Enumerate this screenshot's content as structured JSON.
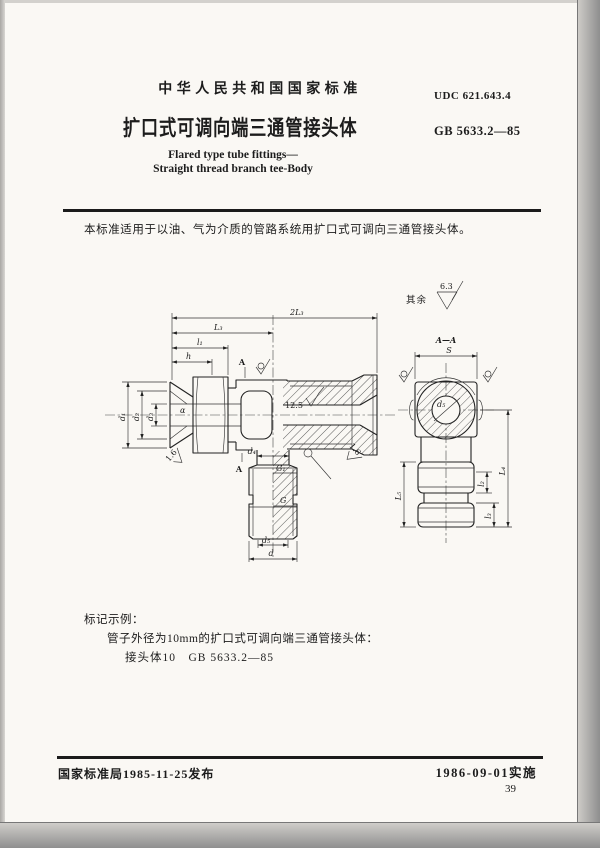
{
  "header": {
    "national_standard": "中华人民共和国国家标准",
    "udc": "UDC 621.643.4",
    "title_cn": "扩口式可调向端三通管接头体",
    "standard_no": "GB 5633.2—85",
    "title_en_line1": "Flared type tube fittings—",
    "title_en_line2": "Straight thread branch tee-Body"
  },
  "scope": "本标准适用于以油、气为介质的管路系统用扩口式可调向三通管接头体。",
  "drawing": {
    "surface_default_prefix": "其余",
    "surface_default_value": "6.3",
    "labels": {
      "dim_2L3": "2L₃",
      "dim_L3": "L₃",
      "dim_l1": "l₁",
      "dim_h": "h",
      "dim_d1": "d₁",
      "dim_d2": "d₂",
      "dim_d3": "d₃",
      "dim_d4": "d₄",
      "dim_d5": "d₅",
      "dim_d": "d",
      "thread_G1": "G₁",
      "thread_G": "G",
      "angle_alpha": "α",
      "rough_12_5": "12.5",
      "rough_1_6": "1.6",
      "section_marker": "A",
      "section_title": "A—A",
      "dim_S": "S",
      "dim_L4": "L₄",
      "dim_L5": "L₅",
      "dim_l2": "l₂",
      "dim_l3": "l₃",
      "bore": "d₅"
    }
  },
  "marking": {
    "heading": "标记示例：",
    "line1": "管子外径为10mm的扩口式可调向端三通管接头体：",
    "line2": "接头体10　GB 5633.2—85"
  },
  "footer": {
    "issued": "国家标准局1985-11-25发布",
    "implemented": "1986-09-01实施",
    "page_no": "39"
  }
}
